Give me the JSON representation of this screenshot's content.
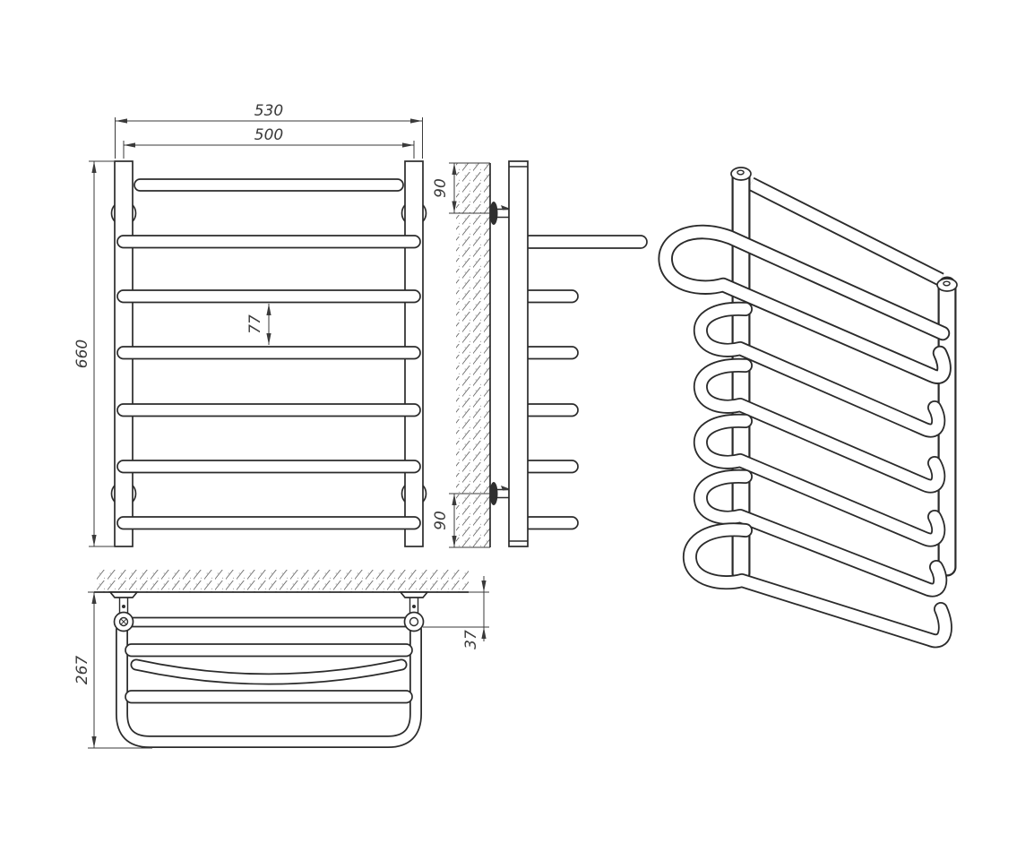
{
  "drawing": {
    "dimensions": {
      "front": {
        "overall_width": "530",
        "mount_width": "500",
        "overall_height": "660",
        "rung_spacing": "77"
      },
      "side": {
        "top_bracket_offset": "90",
        "bottom_bracket_offset": "90"
      },
      "plan": {
        "overall_depth": "267",
        "wall_clearance": "37"
      }
    },
    "structure": {
      "rung_count": 7,
      "post_count": 2,
      "bracket_count": 4,
      "shelf_rail_count": 2
    }
  }
}
